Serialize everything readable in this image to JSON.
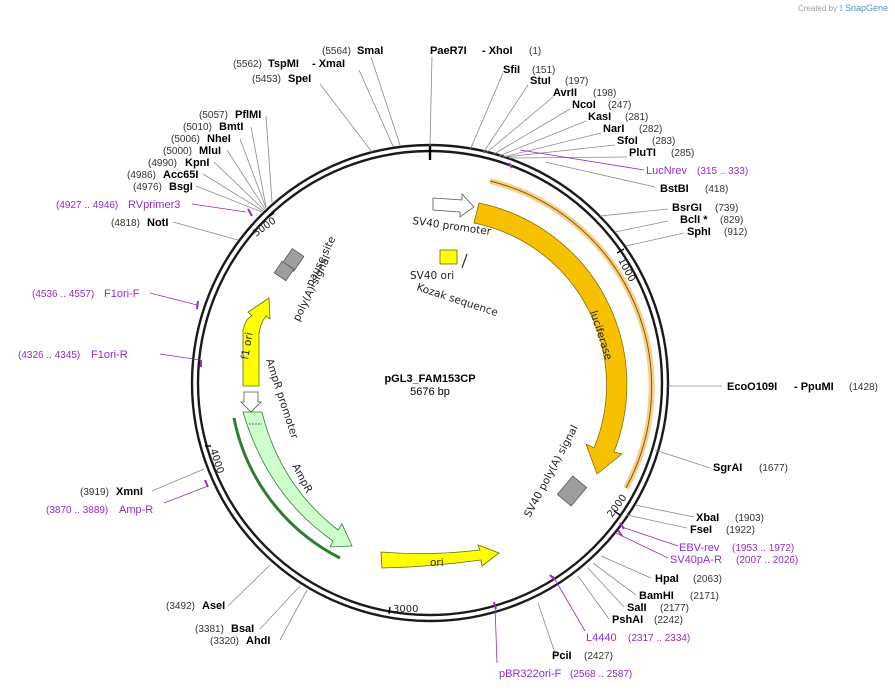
{
  "credit": {
    "prefix": "Created by",
    "brand": "SnapGene"
  },
  "plasmid": {
    "name": "pGL3_FAM153CP",
    "length": "5676 bp"
  },
  "ticks": [
    "1000",
    "2000",
    "3000",
    "4000",
    "5000"
  ],
  "features": {
    "luciferase": "luciferase",
    "sv40_polya": "SV40 poly(A) signal",
    "ori": "ori",
    "ampr": "AmpR",
    "ampr_promoter": "AmpR promoter",
    "f1_ori": "f1 ori",
    "polya_signal": "poly(A) signal",
    "pause_site": "pause site",
    "sv40_promoter": "SV40 promoter",
    "sv40_ori": "SV40 ori",
    "kozak": "Kozak sequence"
  },
  "sites": {
    "SmaI": {
      "name": "SmaI",
      "pos": "(5564)"
    },
    "TspMI": {
      "name": "TspMI",
      "pos": "(5562)"
    },
    "XmaI": {
      "name": "- XmaI"
    },
    "SpeI": {
      "name": "SpeI",
      "pos": "(5453)"
    },
    "PaeR7I": {
      "name": "PaeR7I"
    },
    "XhoI": {
      "name": "- XhoI",
      "pos": "(1)"
    },
    "SfiI": {
      "name": "SfiI",
      "pos": "(151)"
    },
    "StuI": {
      "name": "StuI",
      "pos": "(197)"
    },
    "AvrII": {
      "name": "AvrII",
      "pos": "(198)"
    },
    "NcoI": {
      "name": "NcoI",
      "pos": "(247)"
    },
    "KasI": {
      "name": "KasI",
      "pos": "(281)"
    },
    "NarI": {
      "name": "NarI",
      "pos": "(282)"
    },
    "SfoI": {
      "name": "SfoI",
      "pos": "(283)"
    },
    "PluTI": {
      "name": "PluTI",
      "pos": "(285)"
    },
    "BstBI": {
      "name": "BstBI",
      "pos": "(418)"
    },
    "BsrGI": {
      "name": "BsrGI",
      "pos": "(739)"
    },
    "BclI": {
      "name": "BclI *",
      "pos": "(829)"
    },
    "SphI": {
      "name": "SphI",
      "pos": "(912)"
    },
    "EcoO109I": {
      "name": "EcoO109I"
    },
    "PpuMI": {
      "name": "- PpuMI",
      "pos": "(1428)"
    },
    "SgrAI": {
      "name": "SgrAI",
      "pos": "(1677)"
    },
    "XbaI": {
      "name": "XbaI",
      "pos": "(1903)"
    },
    "FseI": {
      "name": "FseI",
      "pos": "(1922)"
    },
    "HpaI": {
      "name": "HpaI",
      "pos": "(2063)"
    },
    "BamHI": {
      "name": "BamHI",
      "pos": "(2171)"
    },
    "SalI": {
      "name": "SalI",
      "pos": "(2177)"
    },
    "PshAI": {
      "name": "PshAI",
      "pos": "(2242)"
    },
    "PciI": {
      "name": "PciI",
      "pos": "(2427)"
    },
    "AhdI": {
      "name": "AhdI",
      "pos": "(3320)"
    },
    "BsaI": {
      "name": "BsaI",
      "pos": "(3381)"
    },
    "AseI": {
      "name": "AseI",
      "pos": "(3492)"
    },
    "XmnI": {
      "name": "XmnI",
      "pos": "(3919)"
    },
    "NotI": {
      "name": "NotI",
      "pos": "(4818)"
    },
    "BsgI": {
      "name": "BsgI",
      "pos": "(4976)"
    },
    "Acc65I": {
      "name": "Acc65I",
      "pos": "(4986)"
    },
    "KpnI": {
      "name": "KpnI",
      "pos": "(4990)"
    },
    "MluI": {
      "name": "MluI",
      "pos": "(5000)"
    },
    "NheI": {
      "name": "NheI",
      "pos": "(5006)"
    },
    "BmtI": {
      "name": "BmtI",
      "pos": "(5010)"
    },
    "PflMI": {
      "name": "PflMI",
      "pos": "(5057)"
    }
  },
  "primers": {
    "LucNrev": {
      "name": "LucNrev",
      "range": "(315 .. 333)"
    },
    "RVprimer3": {
      "name": "RVprimer3",
      "range": "(4927 .. 4946)"
    },
    "F1oriF": {
      "name": "F1ori-F",
      "range": "(4536 .. 4557)"
    },
    "F1oriR": {
      "name": "F1ori-R",
      "range": "(4326 .. 4345)"
    },
    "AmpR": {
      "name": "Amp-R",
      "range": "(3870 .. 3889)"
    },
    "EBVrev": {
      "name": "EBV-rev",
      "range": "(1953 .. 1972)"
    },
    "SV40pAR": {
      "name": "SV40pA-R",
      "range": "(2007 .. 2026)"
    },
    "L4440": {
      "name": "L4440",
      "range": "(2317 .. 2334)"
    },
    "pBR322oriF": {
      "name": "pBR322ori-F",
      "range": "(2568 .. 2587)"
    }
  },
  "colors": {
    "backbone": "#1a1a1a",
    "luciferase": "#f7c100",
    "yellow_feature": "#ffff00",
    "ampr": "#ccffcc",
    "gray_feature": "#9e9e9e",
    "primer": "#8e2dcc",
    "highlight_orange": "#f5a623",
    "highlight_green": "#2e7d32"
  }
}
